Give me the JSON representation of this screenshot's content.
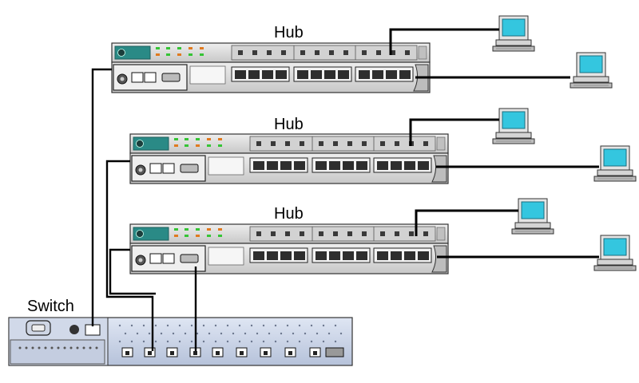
{
  "labels": {
    "hub_top": "Hub",
    "hub_middle": "Hub",
    "hub_bottom": "Hub",
    "switch": "Switch"
  },
  "colors": {
    "device_fill": "#dcdcdc",
    "device_dark": "#8a8a8a",
    "cable": "#000000",
    "led_green": "#35c435",
    "led_orange": "#e07a1f",
    "badge_teal": "#2a8a86",
    "monitor_screen": "#34c6df",
    "switch_body": "#c9d3e6"
  },
  "icons": [
    "hub-device",
    "switch-device",
    "computer-icon",
    "cable"
  ]
}
